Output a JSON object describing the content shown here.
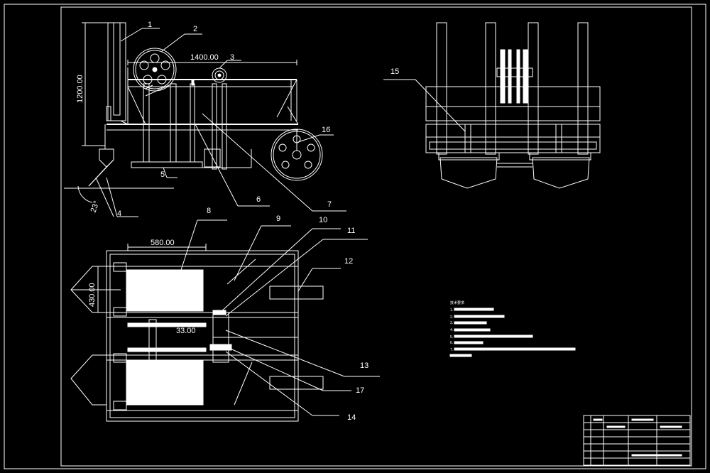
{
  "dimensions": {
    "overall_length": "1400.00",
    "overall_height": "1200.00",
    "angle": "23°",
    "width_580": "580.00",
    "width_430": "430.00",
    "gap_33": "33.00"
  },
  "part_labels": [
    "1",
    "2",
    "3",
    "4",
    "5",
    "6",
    "7",
    "8",
    "9",
    "10",
    "11",
    "12",
    "13",
    "14",
    "15",
    "16",
    "17"
  ],
  "technical_notes": {
    "title": "技术要求",
    "lines": [
      "1.",
      "2.",
      "3.",
      "4.",
      "5.",
      "6.",
      "7."
    ]
  },
  "colors": {
    "background": "#000000",
    "lines": "#ffffff"
  }
}
